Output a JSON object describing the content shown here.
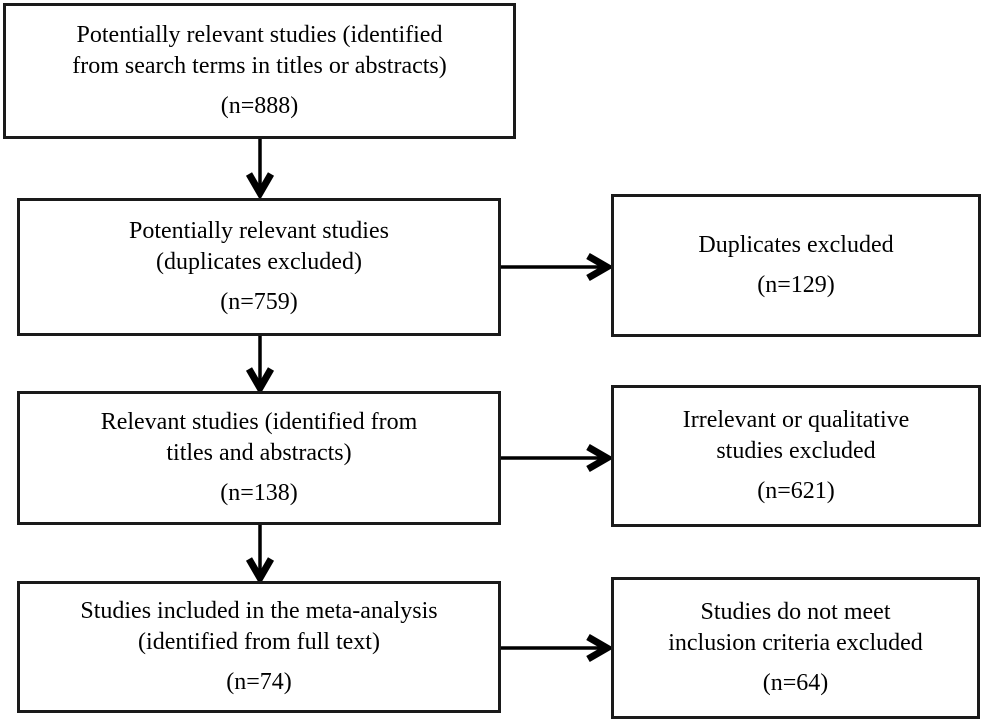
{
  "colors": {
    "background": "#ffffff",
    "box_border": "#1a1a1a",
    "text": "#000000",
    "arrow": "#000000"
  },
  "nodes": [
    {
      "id": "identified",
      "title_lines": [
        "Potentially relevant studies (identified",
        "from search terms in titles or abstracts)"
      ],
      "count": "(n=888)"
    },
    {
      "id": "duplicates-removed",
      "title_lines": [
        "Potentially relevant studies",
        "(duplicates excluded)"
      ],
      "count": "(n=759)"
    },
    {
      "id": "duplicates-excluded",
      "title_lines": [
        "Duplicates excluded"
      ],
      "count": "(n=129)"
    },
    {
      "id": "screened",
      "title_lines": [
        "Relevant studies (identified from",
        "titles and abstracts)"
      ],
      "count": "(n=138)"
    },
    {
      "id": "irrelevant-excluded",
      "title_lines": [
        "Irrelevant or qualitative",
        "studies excluded"
      ],
      "count": "(n=621)"
    },
    {
      "id": "included",
      "title_lines": [
        "Studies included in the meta-analysis",
        "(identified from full text)"
      ],
      "count": "(n=74)"
    },
    {
      "id": "criteria-excluded",
      "title_lines": [
        "Studies do not meet",
        "inclusion criteria excluded"
      ],
      "count": "(n=64)"
    }
  ]
}
